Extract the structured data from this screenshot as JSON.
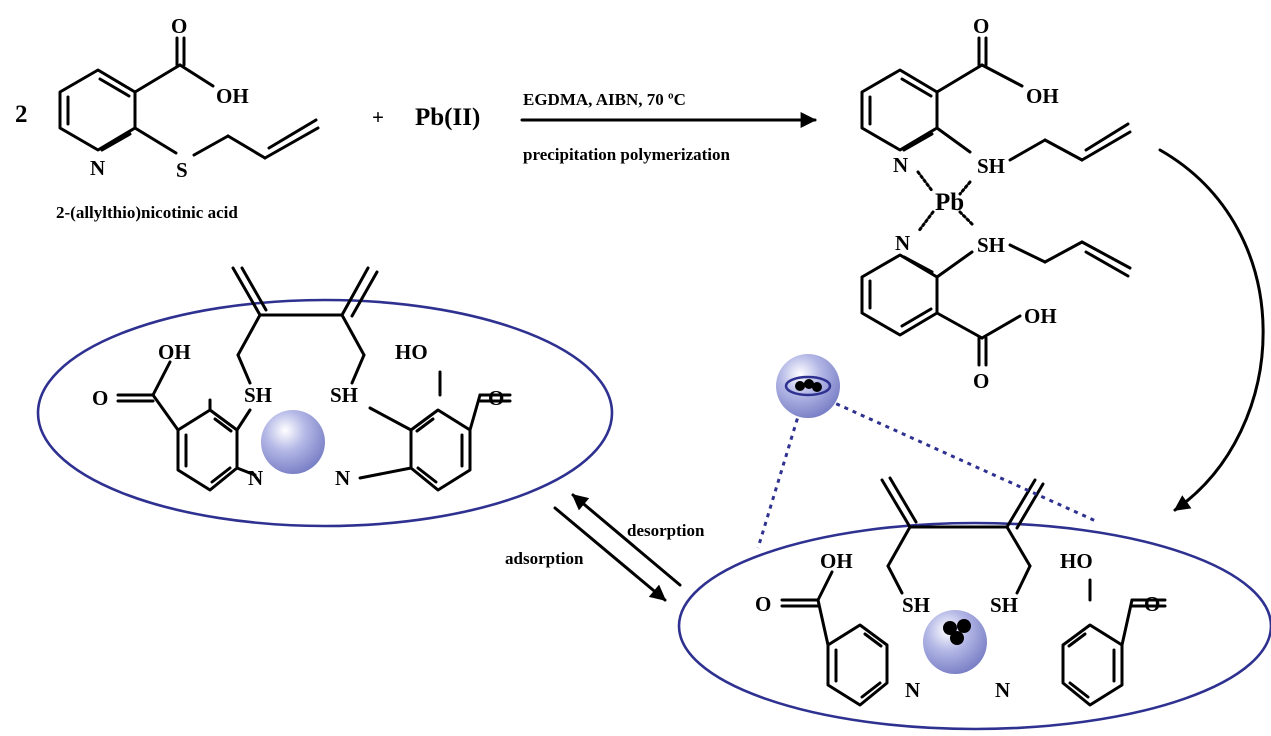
{
  "reaction": {
    "coefficient": "2",
    "plus": "+",
    "metal": "Pb(II)",
    "conditions": "EGDMA, AIBN, 70 ºC",
    "method": "precipitation polymerization"
  },
  "monomer": {
    "name": "2-(allylthio)nicotinic acid",
    "atoms": {
      "o": "O",
      "oh": "OH",
      "n": "N",
      "s": "S"
    }
  },
  "complex": {
    "atoms": {
      "o": "O",
      "oh": "OH",
      "n": "N",
      "sh": "SH",
      "pb": "Pb"
    }
  },
  "equilibrium": {
    "forward": "adsorption",
    "backward": "desorption"
  },
  "imprint": {
    "atoms": {
      "o": "O",
      "oh": "OH",
      "ho": "HO",
      "n": "N",
      "sh": "SH"
    }
  },
  "colors": {
    "cavity_outline": "#2e3190",
    "ion_sphere": "#a9aee0",
    "ion_core": "#000000"
  }
}
